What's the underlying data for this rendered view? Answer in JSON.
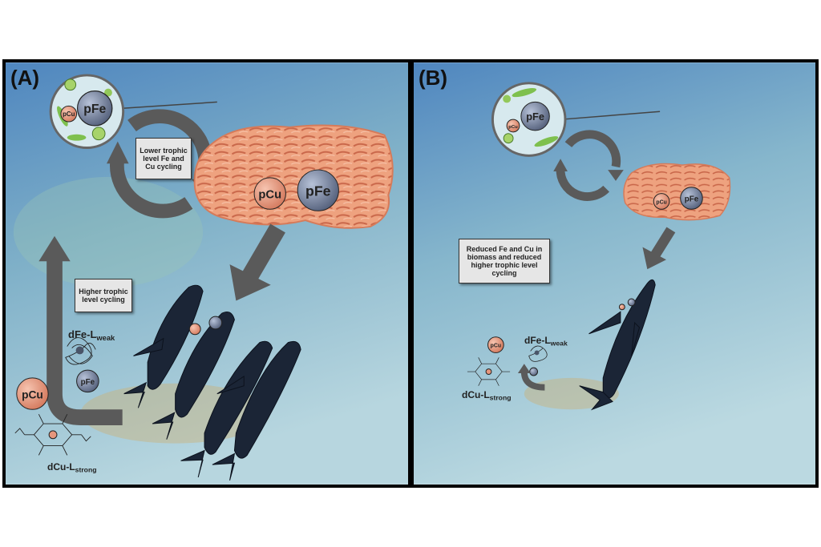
{
  "panel_a": {
    "label": "(A)",
    "lower_box": "Lower trophic level Fe and Cu cycling",
    "higher_box": "Higher trophic level cycling",
    "inset_pfe": "pFe",
    "inset_pcu": "pCu",
    "krill_pcu": "pCu",
    "krill_pfe": "pFe",
    "dfe": "dFe-L",
    "dfe_sub": "weak",
    "small_pfe": "pFe",
    "big_pcu": "pCu",
    "dcu": "dCu-L",
    "dcu_sub": "strong"
  },
  "panel_b": {
    "label": "(B)",
    "reduced_box": "Reduced Fe and Cu in biomass and reduced higher trophic level cycling",
    "inset_pfe": "pFe",
    "inset_pcu": "pCu",
    "krill_pcu": "pCu",
    "krill_pfe": "pFe",
    "dfe": "dFe-L",
    "dfe_sub": "weak",
    "small_pcu": "pCu",
    "dcu": "dCu-L",
    "dcu_sub": "strong"
  },
  "colors": {
    "water_top": "#4f86bf",
    "water_bottom": "#b8d8e0",
    "krill": "#e8956f",
    "whale": "#1b2536",
    "arrow": "#555555",
    "pcu": "#e6967c",
    "pfe": "#7f8ca6"
  }
}
